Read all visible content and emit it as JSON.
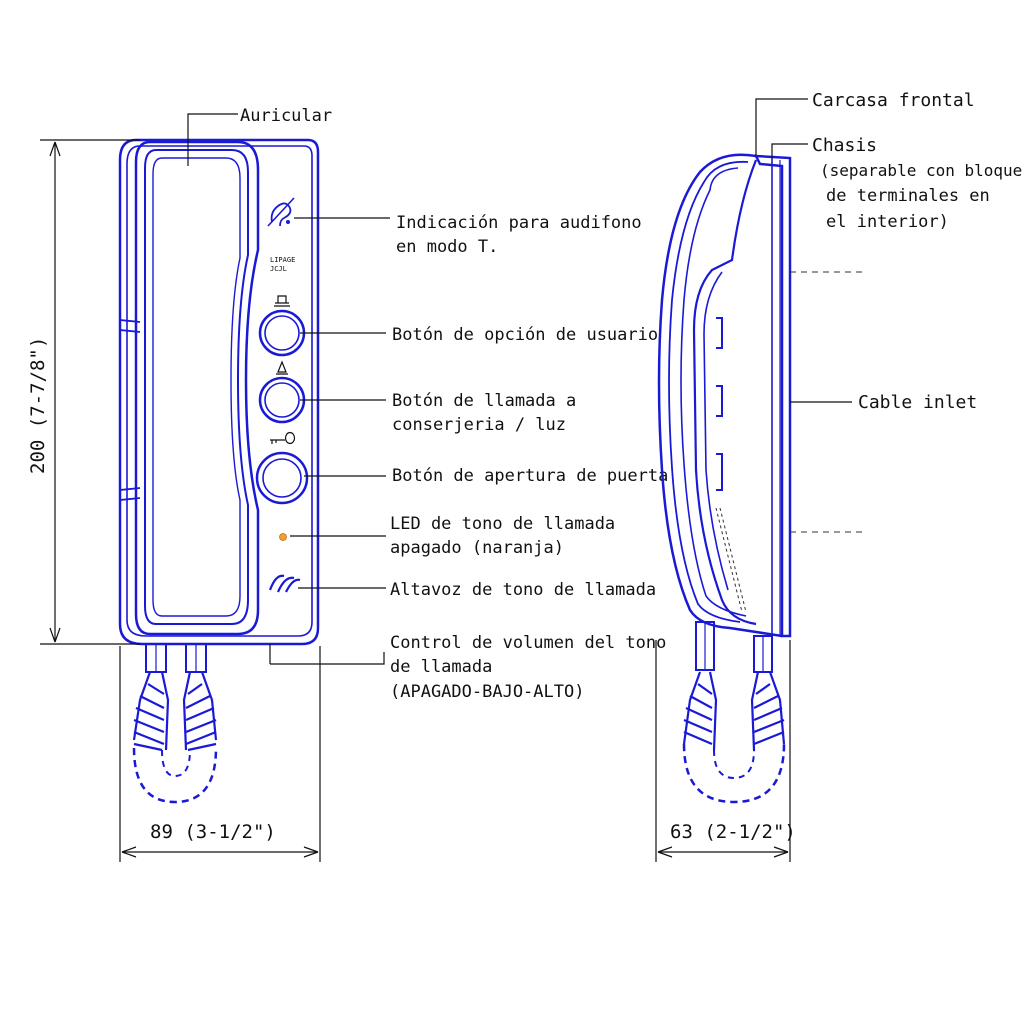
{
  "front_view": {
    "labels": {
      "earpiece": "Auricular",
      "hearing_aid": [
        "Indicación para audifono",
        "en modo T."
      ],
      "logo_text": [
        "LIPAGE",
        "JCJL"
      ],
      "user_option_button": "Botón de opción de usuario",
      "concierge_button": [
        "Botón de llamada a",
        "conserjeria / luz"
      ],
      "door_button": "Botón de apertura de puerta",
      "ringtone_led": [
        "LED de tono de llamada",
        "apagado (naranja)"
      ],
      "ringtone_speaker": "Altavoz de tono de llamada",
      "volume_control": [
        "Control de volumen del tono",
        "de llamada",
        "(APAGADO-BAJO-ALTO)"
      ]
    },
    "dimensions": {
      "height": "200 (7-7/8\")",
      "width": "89 (3-1/2\")"
    }
  },
  "side_view": {
    "labels": {
      "front_case": "Carcasa frontal",
      "chassis": "Chasis",
      "chassis_note": [
        "(separable con bloque",
        "de terminales en",
        "el interior)"
      ],
      "cable_inlet": "Cable inlet"
    },
    "dimensions": {
      "depth": "63 (2-1/2\")"
    }
  },
  "colors": {
    "drawing_line": "#1a1ad6",
    "led": "#f0a030",
    "annotation": "#111111"
  },
  "icons": [
    "hearing-aid-icon",
    "user-option-icon",
    "bell-icon",
    "key-icon"
  ]
}
